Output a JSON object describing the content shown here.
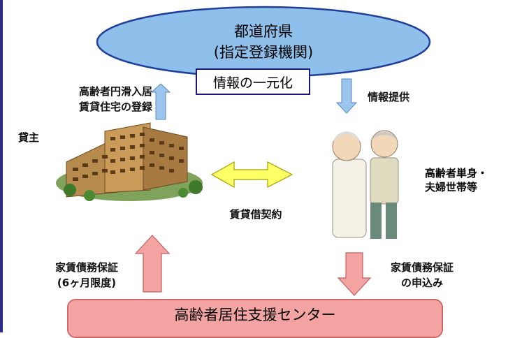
{
  "top_node": {
    "line1": "都道府県",
    "line2": "(指定登録機関)"
  },
  "info_box": "情報の一元化",
  "arrow_labels": {
    "registration": [
      "高齢者円滑入居",
      "賃貸住宅の登録"
    ],
    "info_provision": "情報提供",
    "lease": "賃貸借契約",
    "guarantee": [
      "家賃債務保証",
      "(6ヶ月限度)"
    ],
    "application": [
      "家賃債務保証",
      "の申込み"
    ]
  },
  "landlord_label": "貸主",
  "tenant_label": [
    "高齢者単身・",
    "夫婦世帯等"
  ],
  "center_node": "高齢者居住支援センター",
  "colors": {
    "ellipse_fill": "#8fc0ec",
    "ellipse_stroke": "#1f3f9a",
    "blue_arrow": "#9cc5ee",
    "yellow_arrow": "#ffff66",
    "pink_arrow": "#f4a3a3",
    "center_box": "#f4a3a3"
  }
}
